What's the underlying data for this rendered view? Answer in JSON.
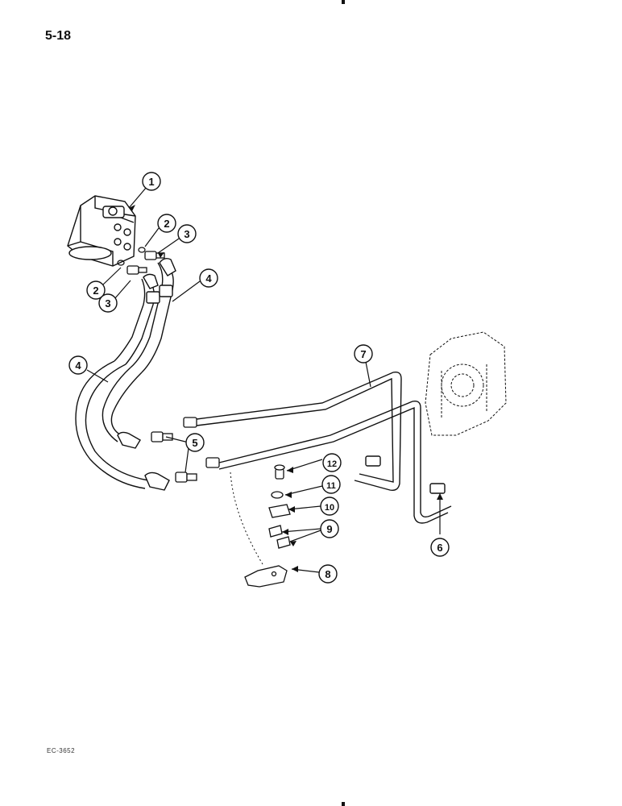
{
  "page": {
    "number": "5-18",
    "ref_code": "EC-3652"
  },
  "callouts": [
    {
      "label": "1"
    },
    {
      "label": "2"
    },
    {
      "label": "3"
    },
    {
      "label": "2"
    },
    {
      "label": "3"
    },
    {
      "label": "4"
    },
    {
      "label": "4"
    },
    {
      "label": "7"
    },
    {
      "label": "5"
    },
    {
      "label": "12"
    },
    {
      "label": "11"
    },
    {
      "label": "10"
    },
    {
      "label": "9"
    },
    {
      "label": "8"
    },
    {
      "label": "6"
    }
  ]
}
